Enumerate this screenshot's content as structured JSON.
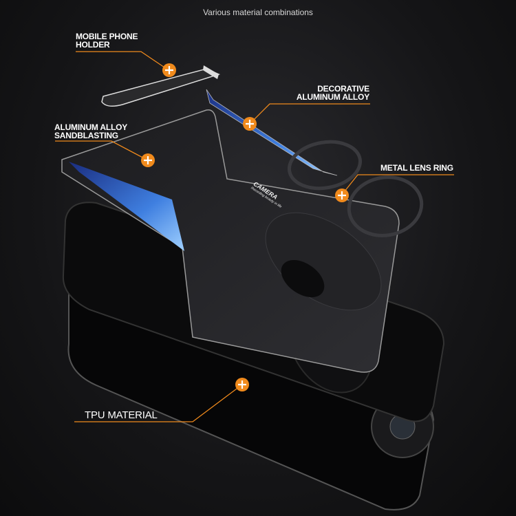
{
  "header": {
    "title": "Various material combinations"
  },
  "callouts": [
    {
      "label_line1": "MOBILE PHONE",
      "label_line2": "HOLDER"
    },
    {
      "label_line1": "DECORATIVE",
      "label_line2": "ALUMINUM ALLOY"
    },
    {
      "label_line1": "ALUMINUM ALLOY",
      "label_line2": "SANDBLASTING"
    },
    {
      "label_line1": "METAL LENS RING"
    },
    {
      "label_line1": "TPU MATERIAL"
    }
  ],
  "plate_text": {
    "brand": "CAMERA",
    "tagline": "Recording beauty in life"
  },
  "colors": {
    "accent": "#f08a1c",
    "background": "#151517",
    "blue_trim": "#3f7fe0"
  }
}
